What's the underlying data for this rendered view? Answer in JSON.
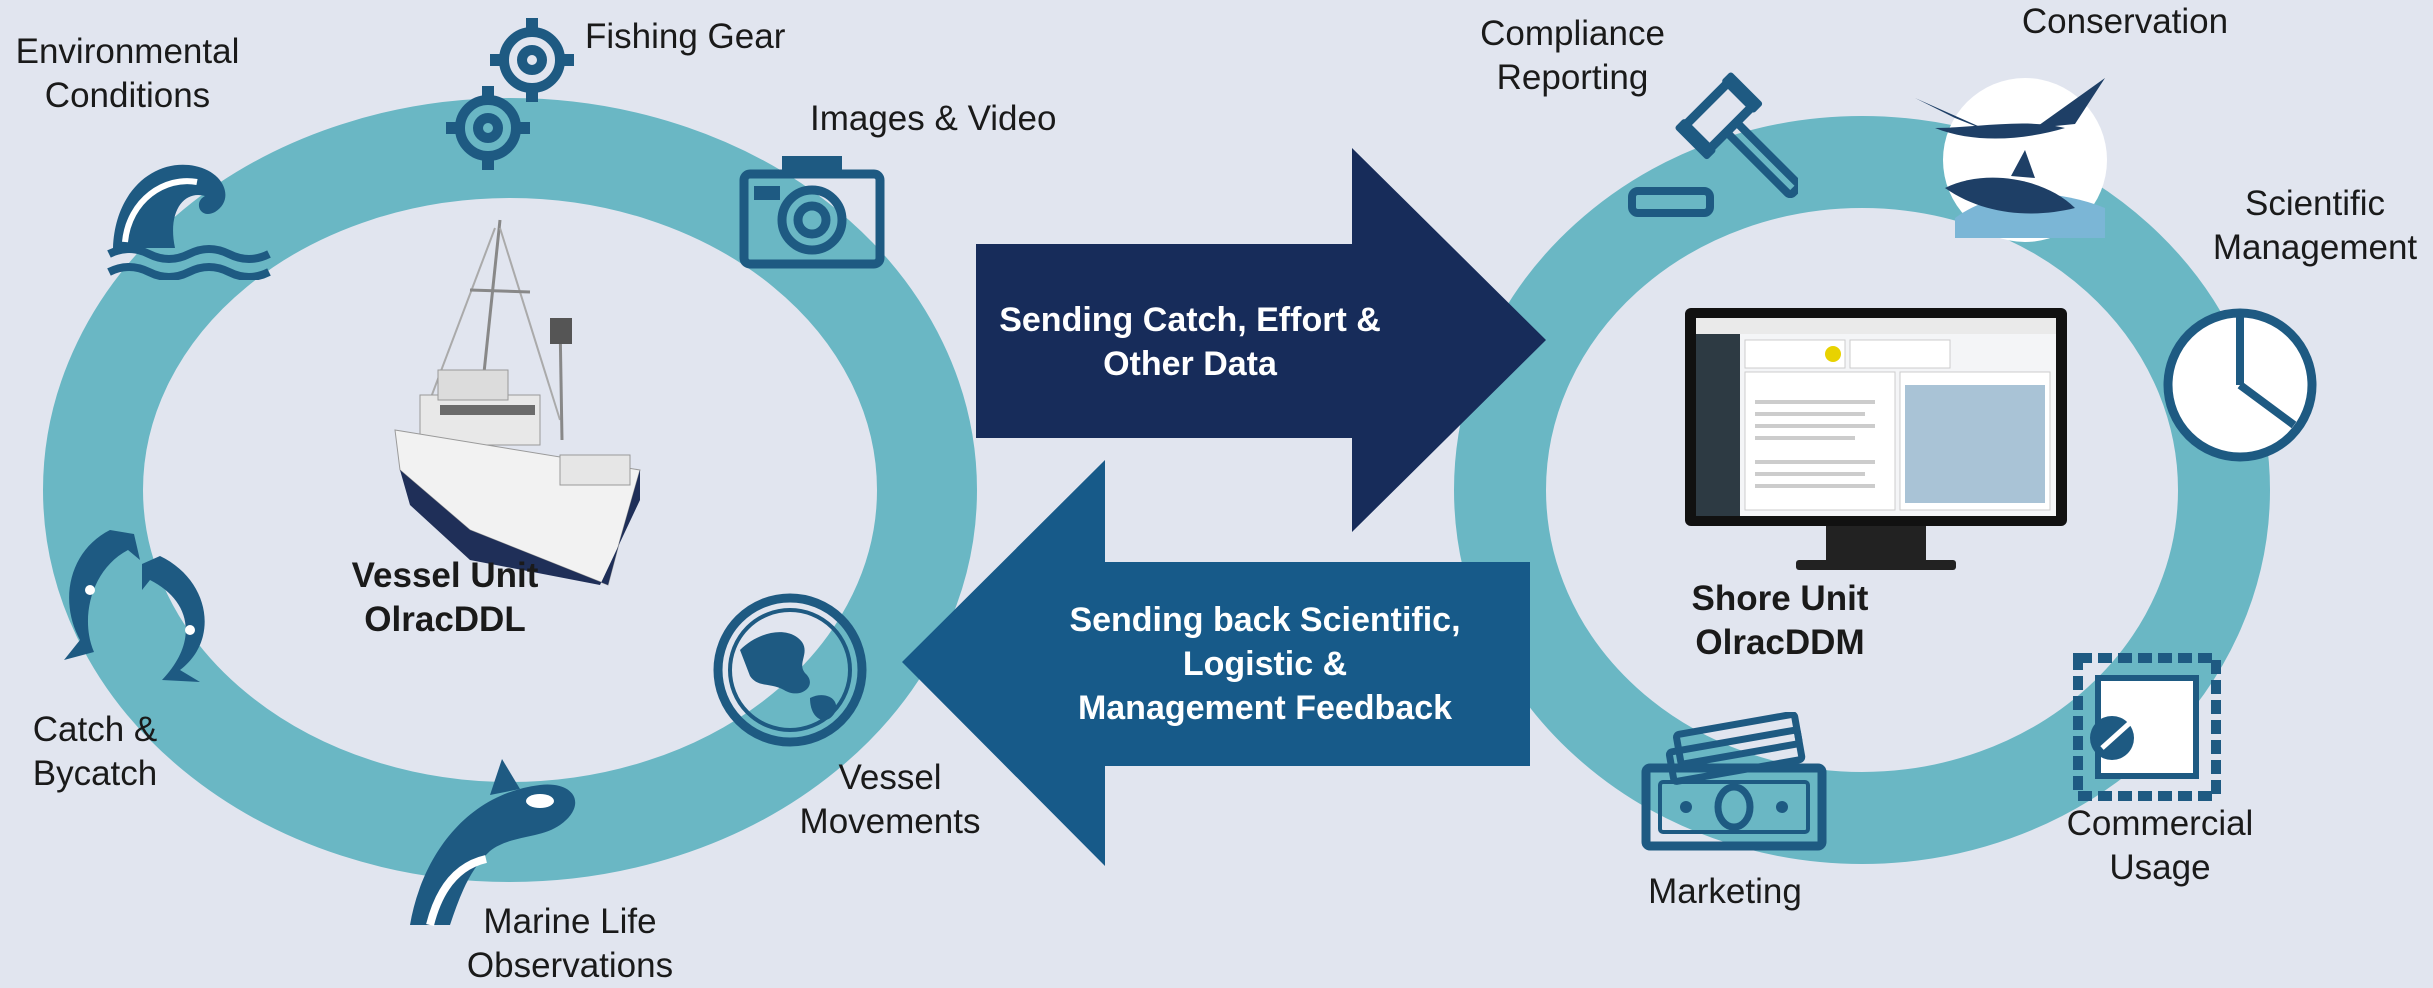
{
  "colors": {
    "background": "#e1e5ef",
    "ring": "#6ab7c4",
    "icon": "#1e5a82",
    "arrow_dark": "#172c5a",
    "arrow_blue": "#175a89"
  },
  "vessel": {
    "title_line1": "Vessel Unit",
    "title_line2": "OlracDDL",
    "items": {
      "environmental": [
        "Environmental",
        "Conditions"
      ],
      "fishing_gear": [
        "Fishing Gear"
      ],
      "images_video": [
        "Images & Video"
      ],
      "vessel_movements": [
        "Vessel",
        "Movements"
      ],
      "marine_life": [
        "Marine Life",
        "Observations"
      ],
      "catch": [
        "Catch &",
        "Bycatch"
      ]
    }
  },
  "shore": {
    "title_line1": "Shore Unit",
    "title_line2": "OlracDDM",
    "items": {
      "compliance": [
        "Compliance",
        "Reporting"
      ],
      "conservation": [
        "Conservation"
      ],
      "scientific": [
        "Scientific",
        "Management"
      ],
      "commercial": [
        "Commercial",
        "Usage"
      ],
      "marketing": [
        "Marketing"
      ]
    }
  },
  "arrows": {
    "send": [
      "Sending Catch, Effort &",
      "Other Data"
    ],
    "back": [
      "Sending back Scientific,",
      "Logistic &",
      "Management  Feedback"
    ]
  }
}
